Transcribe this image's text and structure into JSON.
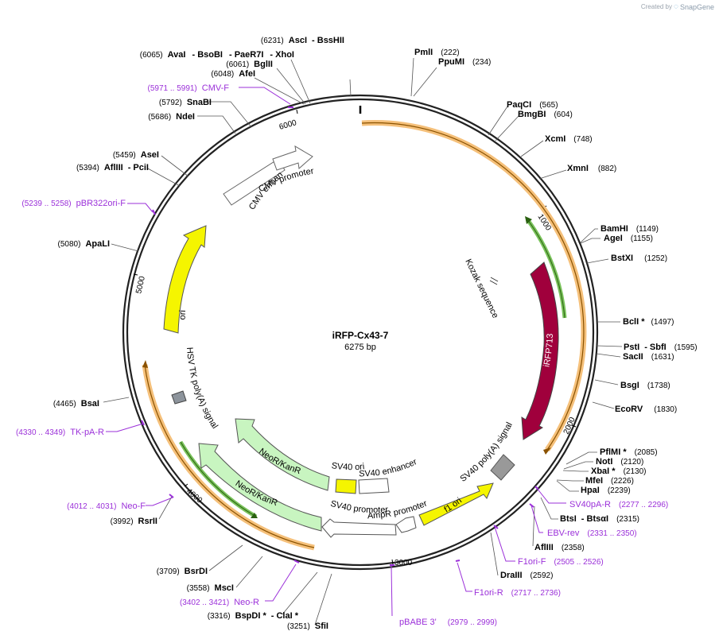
{
  "watermark": {
    "created_by": "Created by",
    "brand": "SnapGene"
  },
  "plasmid": {
    "name": "iRFP-Cx43-7",
    "length_label": "6275 bp",
    "length": 6275
  },
  "ticks": [
    {
      "pos": 1000,
      "label": "1000"
    },
    {
      "pos": 2000,
      "label": "2000"
    },
    {
      "pos": 3000,
      "label": "3000"
    },
    {
      "pos": 4000,
      "label": "4000"
    },
    {
      "pos": 5000,
      "label": "5000"
    },
    {
      "pos": 6000,
      "label": "6000"
    }
  ],
  "enzymes": [
    {
      "pos_label": "(6231)",
      "names": [
        "AscI",
        "BssHII"
      ]
    },
    {
      "pos_label": "(6065)",
      "names": [
        "AvaI",
        "BsoBI",
        "PaeR7I",
        "XhoI"
      ]
    },
    {
      "pos_label": "(6061)",
      "names": [
        "BglII"
      ]
    },
    {
      "pos_label": "(6048)",
      "names": [
        "AfeI"
      ]
    },
    {
      "pos_label": "(5792)",
      "names": [
        "SnaBI"
      ]
    },
    {
      "pos_label": "(5686)",
      "names": [
        "NdeI"
      ]
    },
    {
      "pos_label": "(5459)",
      "names": [
        "AseI"
      ]
    },
    {
      "pos_label": "(5394)",
      "names": [
        "AflIII",
        "PciI"
      ]
    },
    {
      "pos_label": "(5080)",
      "names": [
        "ApaLI"
      ]
    },
    {
      "pos_label": "(4465)",
      "names": [
        "BsaI"
      ]
    },
    {
      "pos_label": "(3992)",
      "names": [
        "RsrII"
      ]
    },
    {
      "pos_label": "(3709)",
      "names": [
        "BsrDI"
      ]
    },
    {
      "pos_label": "(3558)",
      "names": [
        "MscI"
      ]
    },
    {
      "pos_label": "(3316)",
      "names": [
        "BspDI *",
        "ClaI *"
      ]
    },
    {
      "pos_label": "(3251)",
      "names": [
        "SfiI"
      ]
    },
    {
      "pos_label": "(222)",
      "names": [
        "PmlI"
      ]
    },
    {
      "pos_label": "(234)",
      "names": [
        "PpuMI"
      ]
    },
    {
      "pos_label": "(565)",
      "names": [
        "PaqCI"
      ]
    },
    {
      "pos_label": "(604)",
      "names": [
        "BmgBI"
      ]
    },
    {
      "pos_label": "(748)",
      "names": [
        "XcmI"
      ]
    },
    {
      "pos_label": "(882)",
      "names": [
        "XmnI"
      ]
    },
    {
      "pos_label": "(1149)",
      "names": [
        "BamHI"
      ]
    },
    {
      "pos_label": "(1155)",
      "names": [
        "AgeI"
      ]
    },
    {
      "pos_label": "(1252)",
      "names": [
        "BstXI"
      ]
    },
    {
      "pos_label": "(1497)",
      "names": [
        "BclI *"
      ]
    },
    {
      "pos_label": "(1595)",
      "names": [
        "PstI",
        "SbfI"
      ]
    },
    {
      "pos_label": "(1631)",
      "names": [
        "SacII"
      ]
    },
    {
      "pos_label": "(1738)",
      "names": [
        "BsgI"
      ]
    },
    {
      "pos_label": "(1830)",
      "names": [
        "EcoRV"
      ]
    },
    {
      "pos_label": "(2085)",
      "names": [
        "PflMI *"
      ]
    },
    {
      "pos_label": "(2120)",
      "names": [
        "NotI"
      ]
    },
    {
      "pos_label": "(2130)",
      "names": [
        "XbaI *"
      ]
    },
    {
      "pos_label": "(2226)",
      "names": [
        "MfeI"
      ]
    },
    {
      "pos_label": "(2239)",
      "names": [
        "HpaI"
      ]
    },
    {
      "pos_label": "(2315)",
      "names": [
        "BtsI",
        "BtsαI"
      ]
    },
    {
      "pos_label": "(2358)",
      "names": [
        "AflIII"
      ]
    },
    {
      "pos_label": "(2592)",
      "names": [
        "DraIII"
      ]
    }
  ],
  "primers": [
    {
      "name": "CMV-F",
      "range": "(5971 .. 5991)"
    },
    {
      "name": "pBR322ori-F",
      "range": "(5239 .. 5258)"
    },
    {
      "name": "TK-pA-R",
      "range": "(4330 .. 4349)"
    },
    {
      "name": "Neo-F",
      "range": "(4012 .. 4031)"
    },
    {
      "name": "Neo-R",
      "range": "(3402 .. 3421)"
    },
    {
      "name": "pBABE 3'",
      "range": "(2979 .. 2999)"
    },
    {
      "name": "F1ori-R",
      "range": "(2717 .. 2736)"
    },
    {
      "name": "F1ori-F",
      "range": "(2505 .. 2526)"
    },
    {
      "name": "EBV-rev",
      "range": "(2331 .. 2350)"
    },
    {
      "name": "SV40pA-R",
      "range": "(2277 .. 2296)"
    }
  ],
  "features": [
    {
      "name": "CMV enhancer",
      "color": "#ffffff"
    },
    {
      "name": "CMV promoter",
      "color": "#ffffff"
    },
    {
      "name": "Kozak sequence",
      "color": "#ffffff"
    },
    {
      "name": "iRFP713",
      "color": "#a0003c"
    },
    {
      "name": "SV40 poly(A) signal",
      "color": "#999999"
    },
    {
      "name": "f1 ori",
      "color": "#f5f500"
    },
    {
      "name": "AmpR promoter",
      "color": "#ffffff"
    },
    {
      "name": "SV40 promoter",
      "color": "#ffffff"
    },
    {
      "name": "SV40 ori",
      "color": "#f5f500"
    },
    {
      "name": "SV40 enhancer",
      "color": "#ffffff"
    },
    {
      "name": "NeoR/KanR",
      "color": "#c8f5c0"
    },
    {
      "name": "NeoR/KanR",
      "color": "#c8f5c0"
    },
    {
      "name": "HSV TK poly(A) signal",
      "color": "#999999"
    },
    {
      "name": "ori",
      "color": "#f5f500"
    }
  ],
  "colors": {
    "backbone": "#222222",
    "orange_arc": "#f5c07a",
    "orange_core": "#8a5200",
    "green_arc": "#79c25a",
    "primer": "#9b30d9"
  }
}
